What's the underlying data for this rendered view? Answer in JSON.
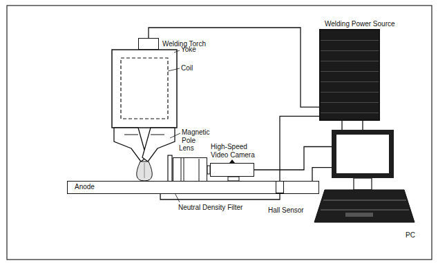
{
  "diagram": {
    "nodes": [
      {
        "text": [
          "Welding Torch"
        ]
      },
      {
        "text": [
          "Welding Power Source"
        ]
      },
      {
        "text": [
          "Lens"
        ]
      },
      {
        "text": [
          "High-Speed Video Camera"
        ]
      },
      {
        "text": [
          "Anode"
        ]
      },
      {
        "text": [
          "Hall Sensor"
        ]
      },
      {
        "text": [
          "PC"
        ]
      }
    ],
    "edges": [
      {
        "from": 0,
        "to": 1,
        "arrow": "none"
      },
      {
        "from": 4,
        "to": 1,
        "arrow": "none"
      },
      {
        "from": 3,
        "to": 6,
        "arrow": "none"
      },
      {
        "from": 5,
        "to": 6,
        "arrow": "none"
      },
      {
        "from": 1,
        "to": 6,
        "arrow": "none"
      },
      {
        "from": 1,
        "to": 6,
        "arrow": "none"
      }
    ],
    "labels": [
      "Yoke",
      "Coil",
      "Magnetic Pole",
      "Neutral Density Filter"
    ]
  }
}
